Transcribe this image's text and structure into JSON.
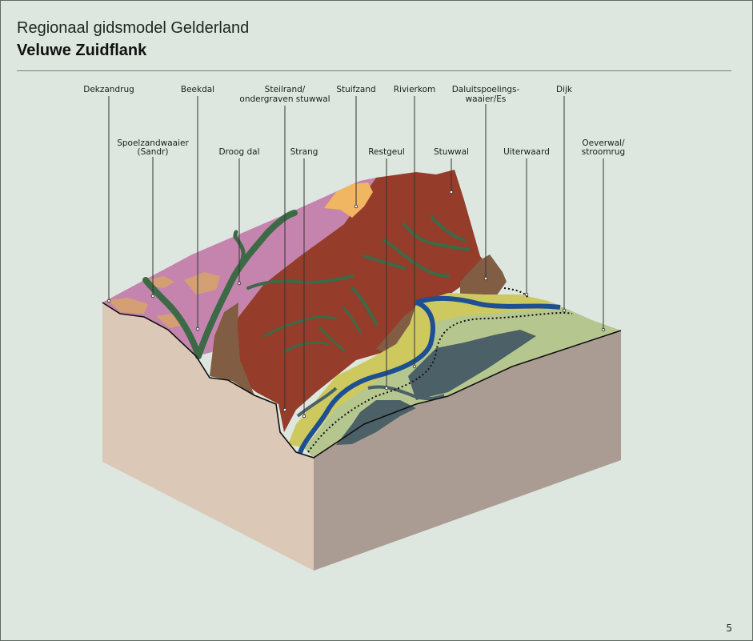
{
  "header": {
    "title": "Regionaal gidsmodel Gelderland",
    "subtitle": "Veluwe Zuidflank"
  },
  "page_number": "5",
  "labels": {
    "dekzandrug": "Dekzandrug",
    "beekdal": "Beekdal",
    "steilrand_1": "Steilrand/",
    "steilrand_2": "ondergraven stuwwal",
    "stuifzand": "Stuifzand",
    "rivierkom": "Rivierkom",
    "daluitspoelings_1": "Daluitspoelings-",
    "daluitspoelings_2": "waaier/Es",
    "dijk": "Dijk",
    "spoelzand_1": "Spoelzandwaaier",
    "spoelzand_2": "(Sandr)",
    "droog_dal": "Droog dal",
    "strang": "Strang",
    "restgeul": "Restgeul",
    "stuwwal": "Stuwwal",
    "uiterwaard": "Uiterwaard",
    "oeverwal_1": "Oeverwal/",
    "oeverwal_2": "stroomrug"
  },
  "colors": {
    "background": "#dde7df",
    "block_front": "#dcc8b7",
    "block_side": "#ab9c93",
    "dekzand": "#c584ae",
    "stuwwal": "#953c2b",
    "stuwwal_edge": "#7b2a1d",
    "beekdal": "#815d43",
    "valley_network": "#3d6a46",
    "stuifzand": "#f0b661",
    "sandr": "#d59f74",
    "oeverwal": "#cdc95f",
    "uiterwaard": "#b5c78e",
    "rivierkom": "#4b6167",
    "river": "#1e4f93"
  }
}
